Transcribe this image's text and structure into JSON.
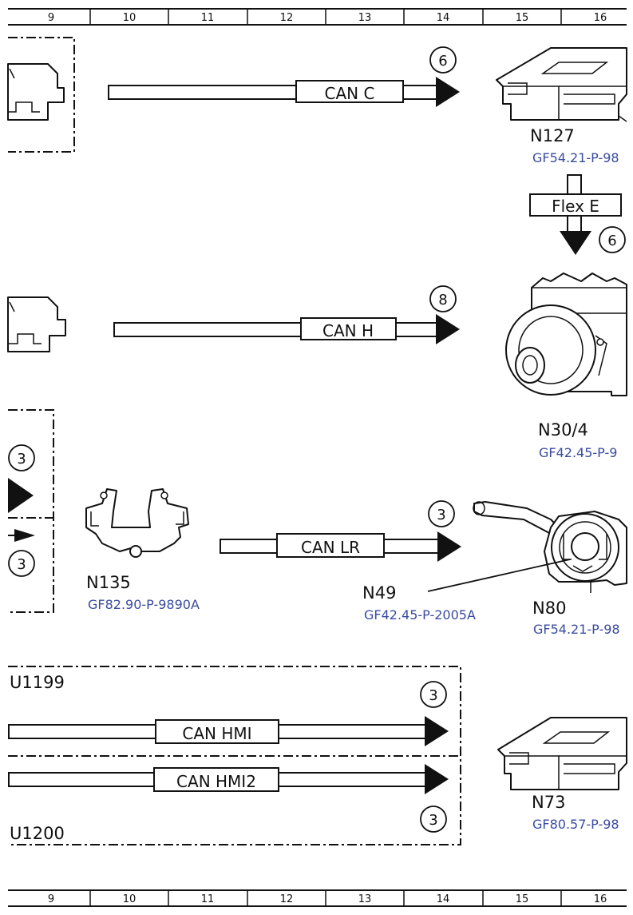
{
  "ruler": {
    "top": [
      "9",
      "10",
      "11",
      "12",
      "13",
      "14",
      "15",
      "16"
    ],
    "bottom": [
      "9",
      "10",
      "11",
      "12",
      "13",
      "14",
      "15",
      "16"
    ]
  },
  "buses": {
    "can_c": "CAN C",
    "flex_e": "Flex E",
    "can_h": "CAN H",
    "can_lr": "CAN LR",
    "can_hmi": "CAN HMI",
    "can_hmi2": "CAN HMI2"
  },
  "circles": {
    "c1": "6",
    "c2": "6",
    "c3": "8",
    "c4": "3",
    "c5": "3",
    "c6": "3",
    "c7": "3",
    "c8": "3"
  },
  "components": {
    "n127": {
      "name": "N127",
      "ref": "GF54.21-P-98"
    },
    "n30_4": {
      "name": "N30/4",
      "ref": "GF42.45-P-9"
    },
    "n135": {
      "name": "N135",
      "ref": "GF82.90-P-9890A"
    },
    "n49": {
      "name": "N49",
      "ref": "GF42.45-P-2005A"
    },
    "n80": {
      "name": "N80",
      "ref": "GF54.21-P-98"
    },
    "n73": {
      "name": "N73",
      "ref": "GF80.57-P-98"
    }
  },
  "frames": {
    "u1199": "U1199",
    "u1200": "U1200"
  }
}
